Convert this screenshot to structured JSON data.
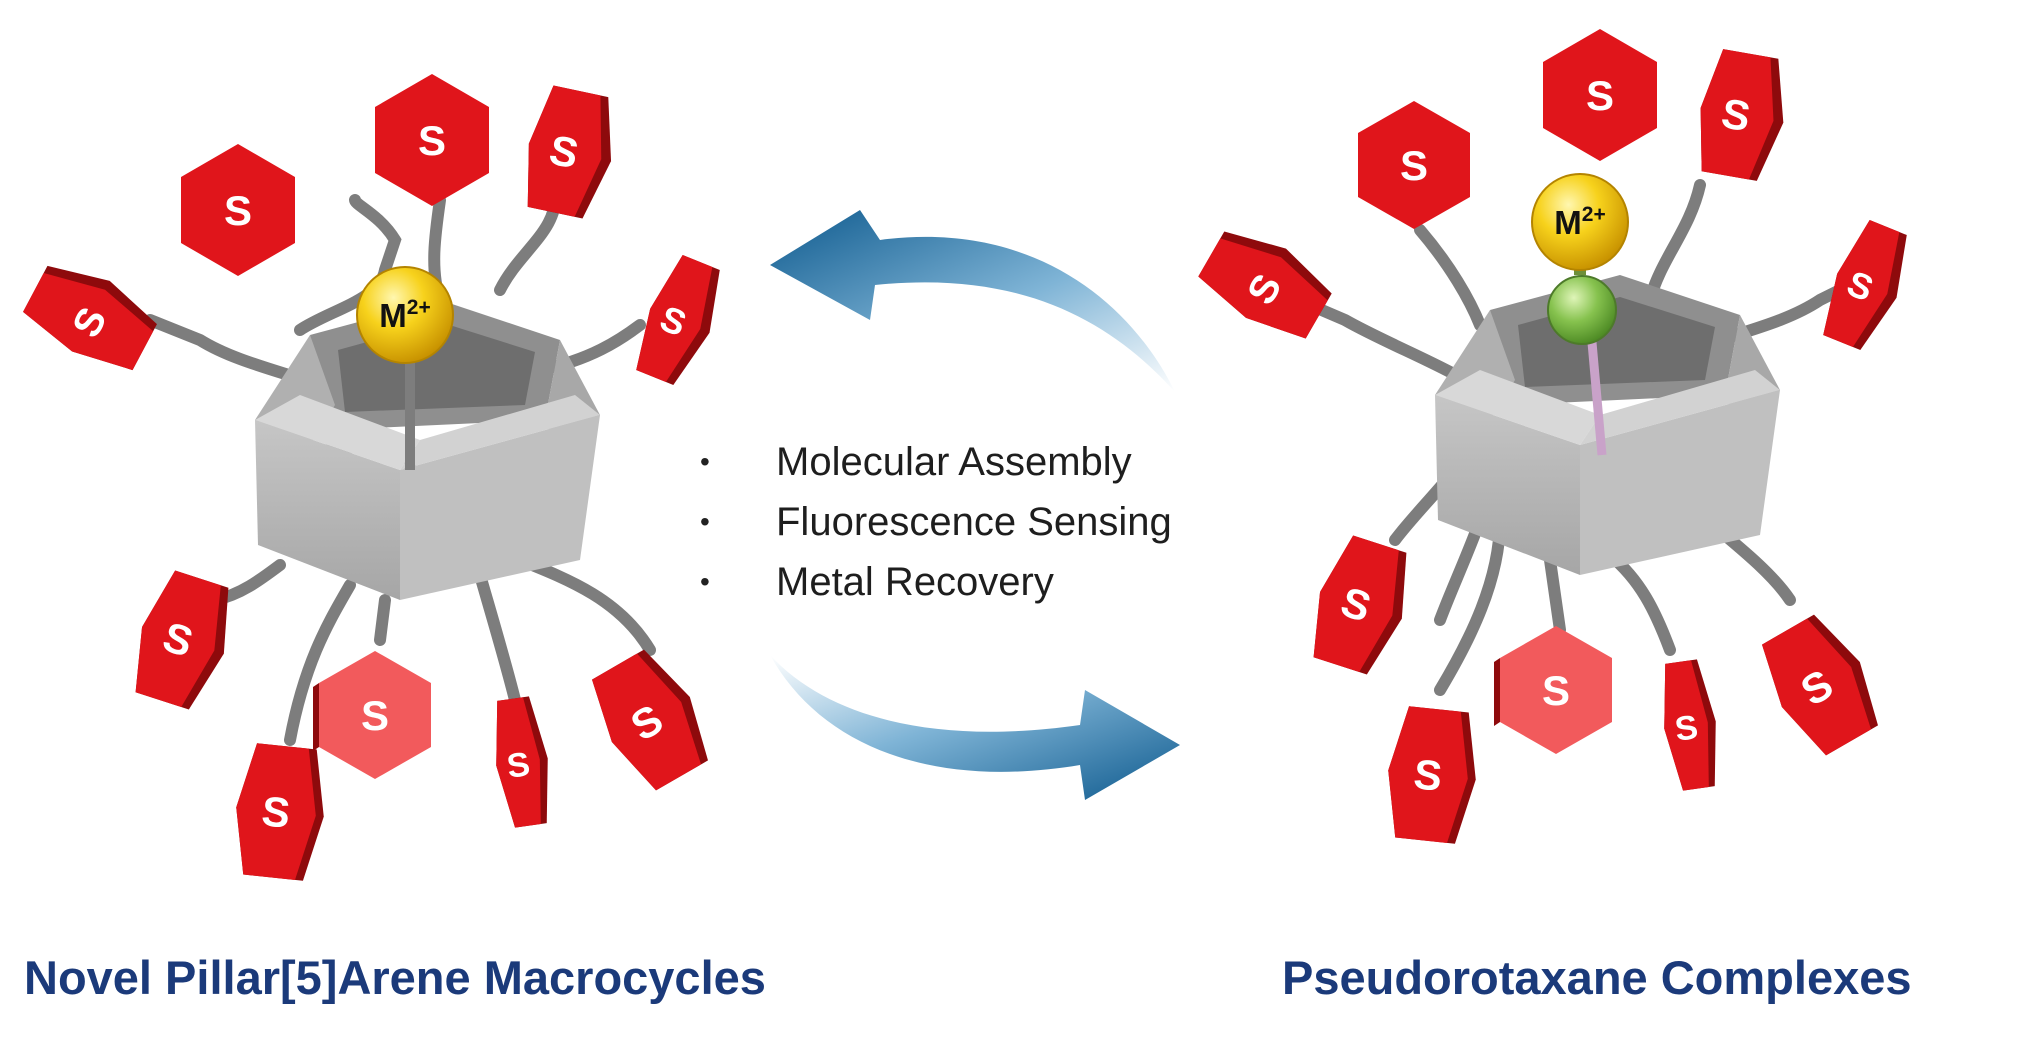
{
  "left_structure": {
    "caption": "Novel Pillar[5]Arene Macrocycles",
    "ion_label": "M2+",
    "sulfonate_label": "S"
  },
  "right_structure": {
    "caption": "Pseudorotaxane Complexes",
    "ion_label": "M2+",
    "sulfonate_label": "S"
  },
  "applications": [
    "Molecular Assembly",
    "Fluorescence Sensing",
    "Metal Recovery"
  ],
  "colors": {
    "sulfonate_red": "#e0151b",
    "sulfonate_dark": "#8e0a0c",
    "sulfonate_light": "#f25a5c",
    "ring_gray": "#b4b4b4",
    "ion_gold": "#f2c400",
    "guest_green": "#7cc04a",
    "arrow_blue": "#0e5a8e",
    "caption_navy": "#1b3a7a"
  }
}
